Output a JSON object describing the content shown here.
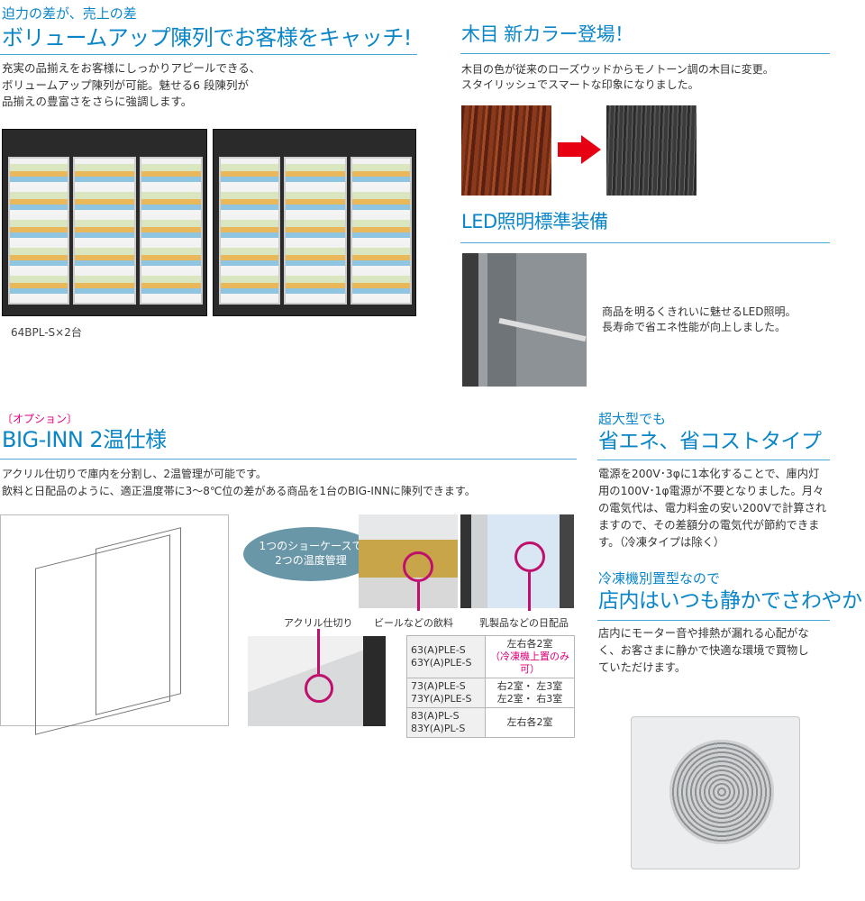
{
  "volume": {
    "subtitle": "迫力の差が、売上の差",
    "title": "ボリュームアップ陳列でお客様をキャッチ!",
    "body": "充実の品揃えをお客様にしっかりアピールできる、\nボリュームアップ陳列が可能。魅せる6 段陳列が\n品揃えの豊富さをさらに強調します。",
    "caption": "64BPL-S×2台"
  },
  "wood": {
    "title": "木目 新カラー登場！",
    "body": "木目の色が従来のローズウッドからモノトーン調の木目に変更。\nスタイリッシュでスマートな印象になりました。",
    "arrow_color": "#e60012"
  },
  "led": {
    "title": "LED照明標準装備",
    "body": "商品を明るくきれいに魅せるLED照明。\n長寿命で省エネ性能が向上しました。"
  },
  "biginn": {
    "tag": "〔オプション〕",
    "title": "BIG-INN 2温仕様",
    "body": "アクリル仕切りで庫内を分割し、2温管理が可能です。\n飲料と日配品のように、適正温度帯に3〜8℃位の差がある商品を1台のBIG-INNに陳列できます。",
    "bubble": "1つのショーケースで\n2つの温度管理",
    "labels": [
      "アクリル仕切り",
      "ビールなどの飲料",
      "乳製品などの日配品"
    ],
    "table": [
      {
        "models": [
          "63(A)PLE-S",
          "63Y(A)PLE-S"
        ],
        "rooms": [
          "左右各2室"
        ],
        "note": "（冷凍機上置のみ可）"
      },
      {
        "models": [
          "73(A)PLE-S",
          "73Y(A)PLE-S"
        ],
        "rooms": [
          "右2室・ 左3室",
          "左2室・ 右3室"
        ],
        "note": ""
      },
      {
        "models": [
          "83(A)PL-S",
          "83Y(A)PL-S"
        ],
        "rooms": [
          "左右各2室"
        ],
        "note": ""
      }
    ]
  },
  "eco": {
    "subtitle": "超大型でも",
    "title": "省エネ、省コストタイプ",
    "body": "電源を200V･3φに1本化することで、庫内灯\n用の100V･1φ電源が不要となりました。月々\nの電気代は、電力料金の安い200Vで計算され\nますので、その差額分の電気代が節約できま\nす。（冷凍タイプは除く）"
  },
  "quiet": {
    "subtitle": "冷凍機別置型なので",
    "title": "店内はいつも静かでさわやか",
    "body": "店内にモーター音や排熱が漏れる心配がな\nく、お客さまに静かで快適な環境で買物し\nていただけます。"
  },
  "colors": {
    "accent": "#0a86c8",
    "highlight": "#c0106e",
    "option": "#e0007a"
  }
}
